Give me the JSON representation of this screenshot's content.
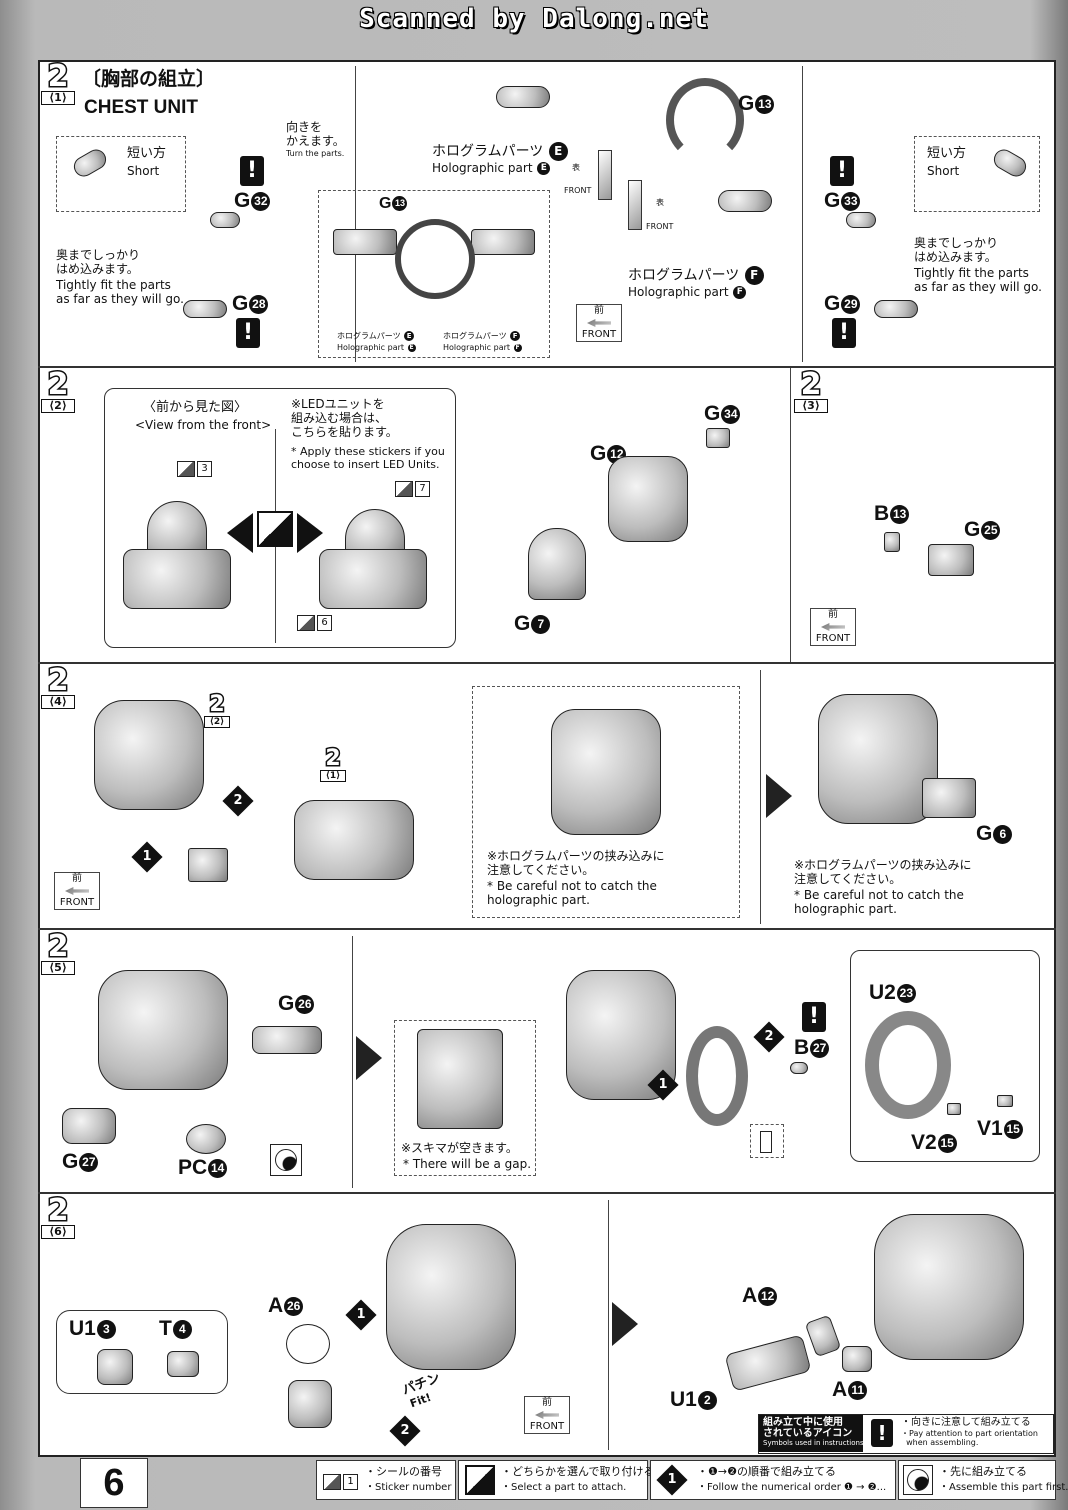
{
  "watermark": "Scanned by Dalong.net",
  "page_number": "6",
  "colors": {
    "ink": "#111111",
    "background": "#ffffff",
    "frame": "#222222"
  },
  "s1": {
    "step": "2",
    "sub": "⟨1⟩",
    "title_jp": "〔胸部の組立〕",
    "title_en": "CHEST UNIT",
    "turn_jp": "向きを\nかえます。",
    "turn_en": "Turn the parts.",
    "short_jp": "短い方",
    "short_en": "Short",
    "tight_jp": "奥までしっかり\nはめ込みます。",
    "tight_en": "Tightly fit the parts\nas far as they will go.",
    "holo_e_jp": "ホログラムパーツ",
    "holo_e_en": "Holographic part",
    "holo_e_mark": "E",
    "holo_f_jp": "ホログラムパーツ",
    "holo_f_en": "Holographic part",
    "holo_f_mark": "F",
    "front_jp": "前",
    "front_en": "FRONT",
    "omote_jp": "表",
    "parts": {
      "g32": "G",
      "g32n": "32",
      "g28": "G",
      "g28n": "28",
      "g13": "G",
      "g13n": "13",
      "g13b": "G",
      "g13bn": "13",
      "g33": "G",
      "g33n": "33",
      "g29": "G",
      "g29n": "29"
    }
  },
  "s2": {
    "step": "2",
    "sub": "⟨2⟩",
    "view_jp": "〈前から見た図〉",
    "view_en": "<View from the front>",
    "led_jp": "※LEDユニットを\n組み込む場合は、\nこちらを貼ります。",
    "led_en": "* Apply these stickers if you\nchoose to insert LED Units.",
    "stickers": [
      "3",
      "6",
      "7"
    ],
    "parts": {
      "g12": "G",
      "g12n": "12",
      "g34": "G",
      "g34n": "34",
      "g7": "G",
      "g7n": "7"
    }
  },
  "s3": {
    "step": "2",
    "sub": "⟨3⟩",
    "front_jp": "前",
    "front_en": "FRONT",
    "parts": {
      "b13": "B",
      "b13n": "13",
      "g25": "G",
      "g25n": "25"
    }
  },
  "s4": {
    "step": "2",
    "sub": "⟨4⟩",
    "ref_a": "2",
    "ref_a_sub": "⟨2⟩",
    "ref_b": "2",
    "ref_b_sub": "⟨1⟩",
    "order": [
      "1",
      "2"
    ],
    "front_jp": "前",
    "front_en": "FRONT",
    "caution_jp": "※ホログラムパーツの挟み込みに\n注意してください。",
    "caution_en": "* Be careful not to catch the\nholographic part.",
    "caution2_jp": "※ホログラムパーツの挟み込みに\n注意してください。",
    "caution2_en": "* Be careful not to catch the\nholographic part.",
    "parts": {
      "g6": "G",
      "g6n": "6"
    }
  },
  "s5": {
    "step": "2",
    "sub": "⟨5⟩",
    "gap_jp": "※スキマが空きます。",
    "gap_en": "* There will be a gap.",
    "order": [
      "1",
      "2"
    ],
    "parts": {
      "g26": "G",
      "g26n": "26",
      "g27": "G",
      "g27n": "27",
      "pc14": "PC",
      "pc14n": "14",
      "b27": "B",
      "b27n": "27",
      "u223": "U2",
      "u223n": "23",
      "v215": "V2",
      "v215n": "15",
      "v115": "V1",
      "v115n": "15"
    }
  },
  "s6": {
    "step": "2",
    "sub": "⟨6⟩",
    "fit_jp": "パチン",
    "fit_en": "Fit!",
    "order": [
      "1",
      "2"
    ],
    "front_jp": "前",
    "front_en": "FRONT",
    "parts": {
      "a26": "A",
      "a26n": "26",
      "u13": "U1",
      "u13n": "3",
      "t4": "T",
      "t4n": "4",
      "a12": "A",
      "a12n": "12",
      "u12": "U1",
      "u12n": "2",
      "a11": "A",
      "a11n": "11"
    }
  },
  "icons_box": {
    "title_jp": "組み立て中に使用\nされているアイコン",
    "title_en": "Symbols used in instructions",
    "orient_jp": "・向きに注意して組み立てる",
    "orient_en": "・Pay attention to part orientation\n  when assembling."
  },
  "legend": {
    "sticker_num": "1",
    "sticker_jp": "・シールの番号",
    "sticker_en": "・Sticker number",
    "select_jp": "・どちらかを選んで取り付ける",
    "select_en": "・Select a part to attach.",
    "order_num": "1",
    "order_jp": "・❶→❷の順番で組み立てる",
    "order_en": "・Follow the numerical order ❶ → ❷...",
    "first_jp": "・先に組み立てる",
    "first_en": "・Assemble this part first."
  }
}
